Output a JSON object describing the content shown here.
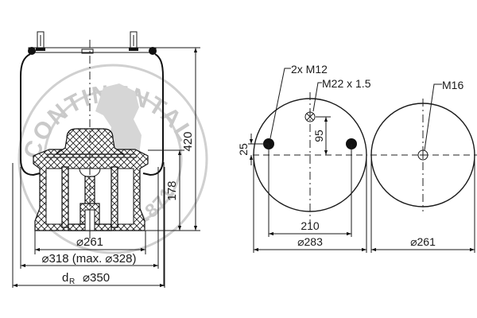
{
  "watermark": {
    "brand": "CONTINENTAL",
    "bottom_text": "SINCE 1871",
    "color": "#c9c9c9"
  },
  "side_view": {
    "height_total": "420",
    "height_piston": "178",
    "dim_piston_dia": "⌀261",
    "dim_bead_dia": "⌀318 (max. ⌀328)",
    "dim_effective_label": "d",
    "dim_effective_sub": "R",
    "dim_effective_value": "⌀350"
  },
  "top_plate_view": {
    "label_bolts": "2x M12",
    "label_air_inlet": "M22 x 1.5",
    "dim_inlet_offset": "95",
    "dim_bolt_offset": "25",
    "dim_bolt_spacing": "210",
    "dim_plate_dia": "⌀283"
  },
  "bottom_piston_view": {
    "label_thread": "M16",
    "dim_piston_dia": "⌀261"
  },
  "colors": {
    "line": "#1a1a1a",
    "background": "#ffffff",
    "watermark": "#c9c9c9"
  }
}
